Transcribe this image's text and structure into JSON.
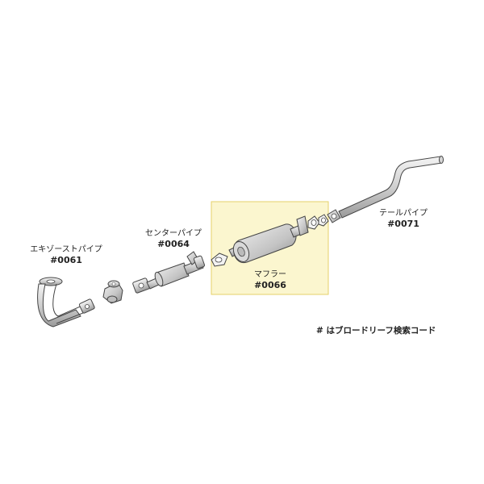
{
  "parts": {
    "exhaust_pipe": {
      "name": "エキゾーストパイプ",
      "code": "#0061"
    },
    "center_pipe": {
      "name": "センターパイプ",
      "code": "#0064"
    },
    "muffler": {
      "name": "マフラー",
      "code": "#0066",
      "highlight_color": "#fbf6cf",
      "border_color": "#e4d06a"
    },
    "tail_pipe": {
      "name": "テールパイプ",
      "code": "#0071"
    }
  },
  "note": "# はブロードリーフ検索コード",
  "colors": {
    "pipe_fill": "#e2e2e2",
    "pipe_stroke": "#444444",
    "text": "#222222"
  }
}
